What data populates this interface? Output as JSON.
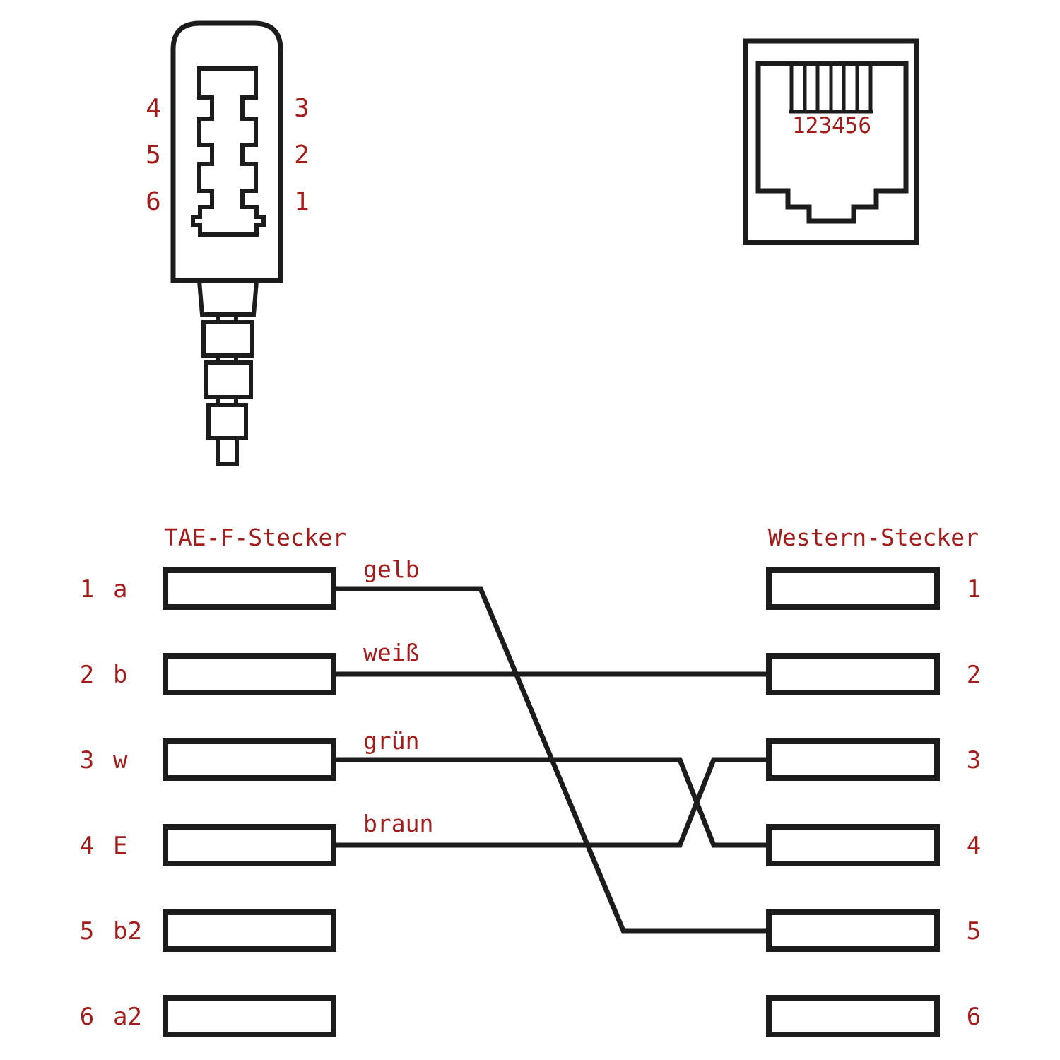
{
  "colors": {
    "line": "#1c1c1c",
    "label": "#a31c1c",
    "background": "#ffffff"
  },
  "tae_face": {
    "left_pins": [
      "4",
      "5",
      "6"
    ],
    "right_pins": [
      "3",
      "2",
      "1"
    ]
  },
  "western_face": {
    "slot_numbers": "123456"
  },
  "wiring": {
    "left_header": "TAE-F-Stecker",
    "right_header": "Western-Stecker",
    "left_pins": [
      {
        "number": "1",
        "name": "a"
      },
      {
        "number": "2",
        "name": "b"
      },
      {
        "number": "3",
        "name": "w"
      },
      {
        "number": "4",
        "name": "E"
      },
      {
        "number": "5",
        "name": "b2"
      },
      {
        "number": "6",
        "name": "a2"
      }
    ],
    "right_pins": [
      "1",
      "2",
      "3",
      "4",
      "5",
      "6"
    ],
    "wires": [
      {
        "color_label": "gelb",
        "from_tae_pin": "1",
        "to_western_pin": "5"
      },
      {
        "color_label": "weiß",
        "from_tae_pin": "2",
        "to_western_pin": "2"
      },
      {
        "color_label": "grün",
        "from_tae_pin": "3",
        "to_western_pin": "4"
      },
      {
        "color_label": "braun",
        "from_tae_pin": "4",
        "to_western_pin": "3"
      }
    ]
  }
}
